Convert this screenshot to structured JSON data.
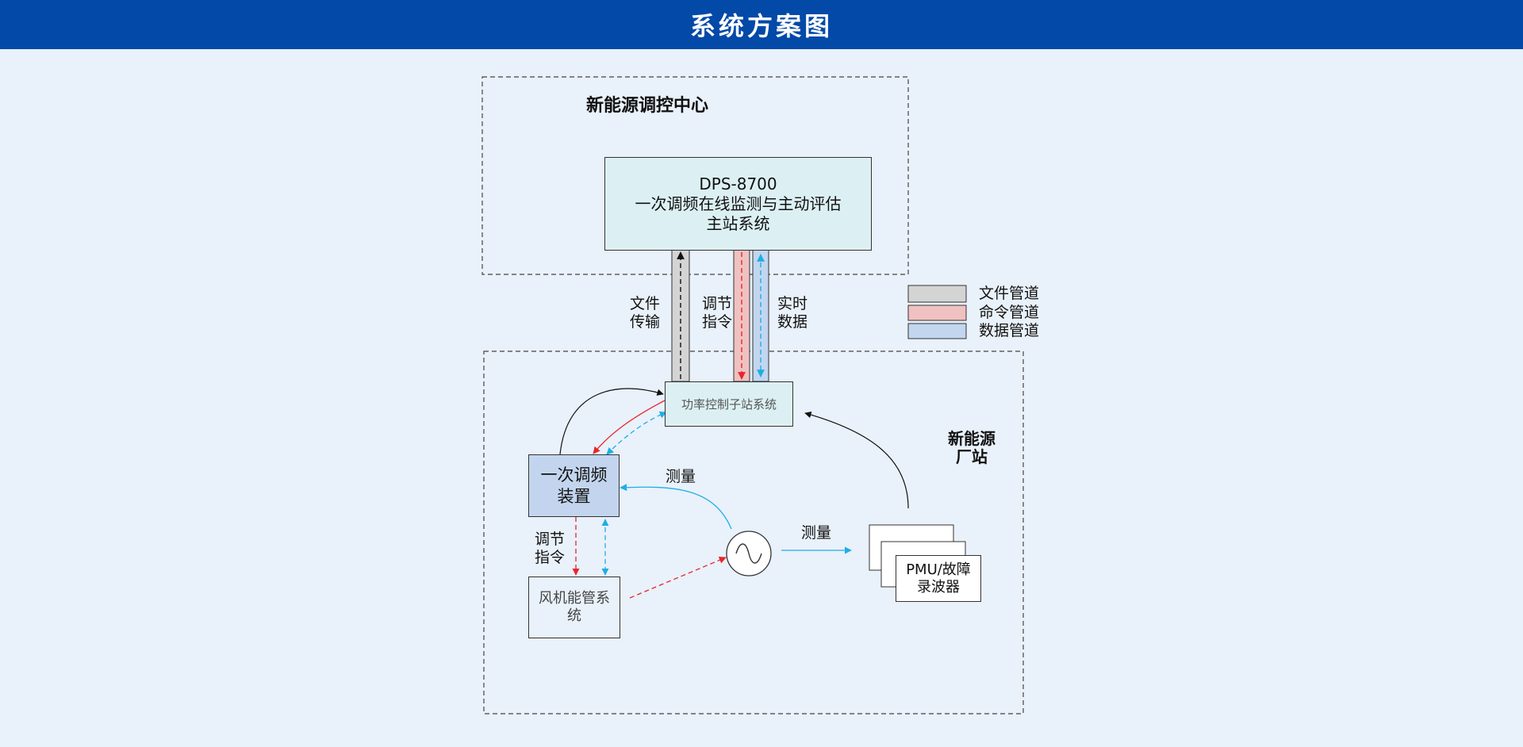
{
  "header": {
    "title": "系统方案图"
  },
  "diagram": {
    "center_zone_title": "新能源调控中心",
    "main_station": {
      "line1": "DPS-8700",
      "line2": "一次调频在线监测与主动评估",
      "line3": "主站系统"
    },
    "pipe_labels": {
      "file_l1": "文件",
      "file_l2": "传输",
      "cmd_l1": "调节",
      "cmd_l2": "指令",
      "data_l1": "实时",
      "data_l2": "数据"
    },
    "legend": [
      {
        "label": "文件管道",
        "color": "#d4d4d4"
      },
      {
        "label": "命令管道",
        "color": "#efc1c1"
      },
      {
        "label": "数据管道",
        "color": "#c2d6ef"
      }
    ],
    "substation": "功率控制子站系统",
    "plant_zone": {
      "line1": "新能源",
      "line2": "厂站"
    },
    "pfr_device": {
      "line1": "一次调频",
      "line2": "装置"
    },
    "measure_top": "测量",
    "measure_right": "测量",
    "cmd_left": {
      "line1": "调节",
      "line2": "指令"
    },
    "wind_ems": {
      "line1": "风机能管系",
      "line2": "统"
    },
    "pmu": {
      "line1": "PMU/故障",
      "line2": "录波器"
    },
    "colors": {
      "header_bg": "#0249a8",
      "page_bg": "#e9f1fa",
      "red_arrow": "#e8262a",
      "blue_arrow": "#1eaee6",
      "main_station_fill": "#dcf0f3",
      "pfr_fill": "#c3d5ee"
    }
  }
}
